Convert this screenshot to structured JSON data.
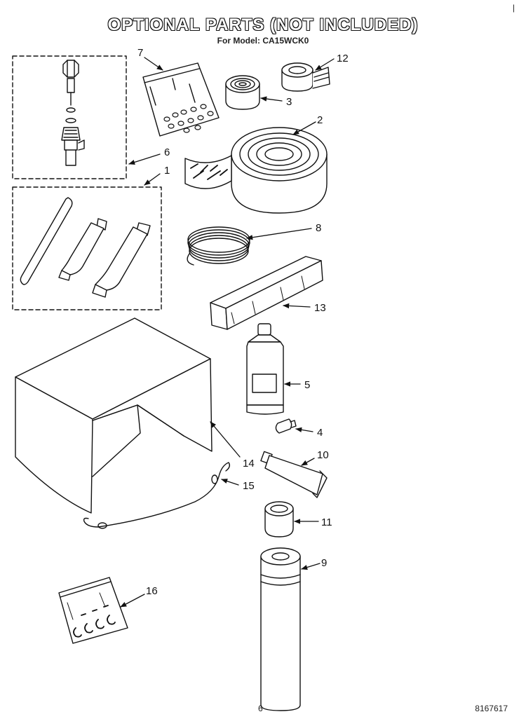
{
  "header": {
    "title": "OPTIONAL PARTS (NOT INCLUDED)",
    "subtitle": "For Model: CA15WCK0",
    "corner_mark": "|"
  },
  "footer": {
    "page_number": "6",
    "doc_code": "8167617"
  },
  "callouts": {
    "c1": "1",
    "c2": "2",
    "c3": "3",
    "c4": "4",
    "c5": "5",
    "c6": "6",
    "c7": "7",
    "c8": "8",
    "c9": "9",
    "c10": "10",
    "c11": "11",
    "c12": "12",
    "c13": "13",
    "c14": "14",
    "c15": "15",
    "c16": "16"
  }
}
